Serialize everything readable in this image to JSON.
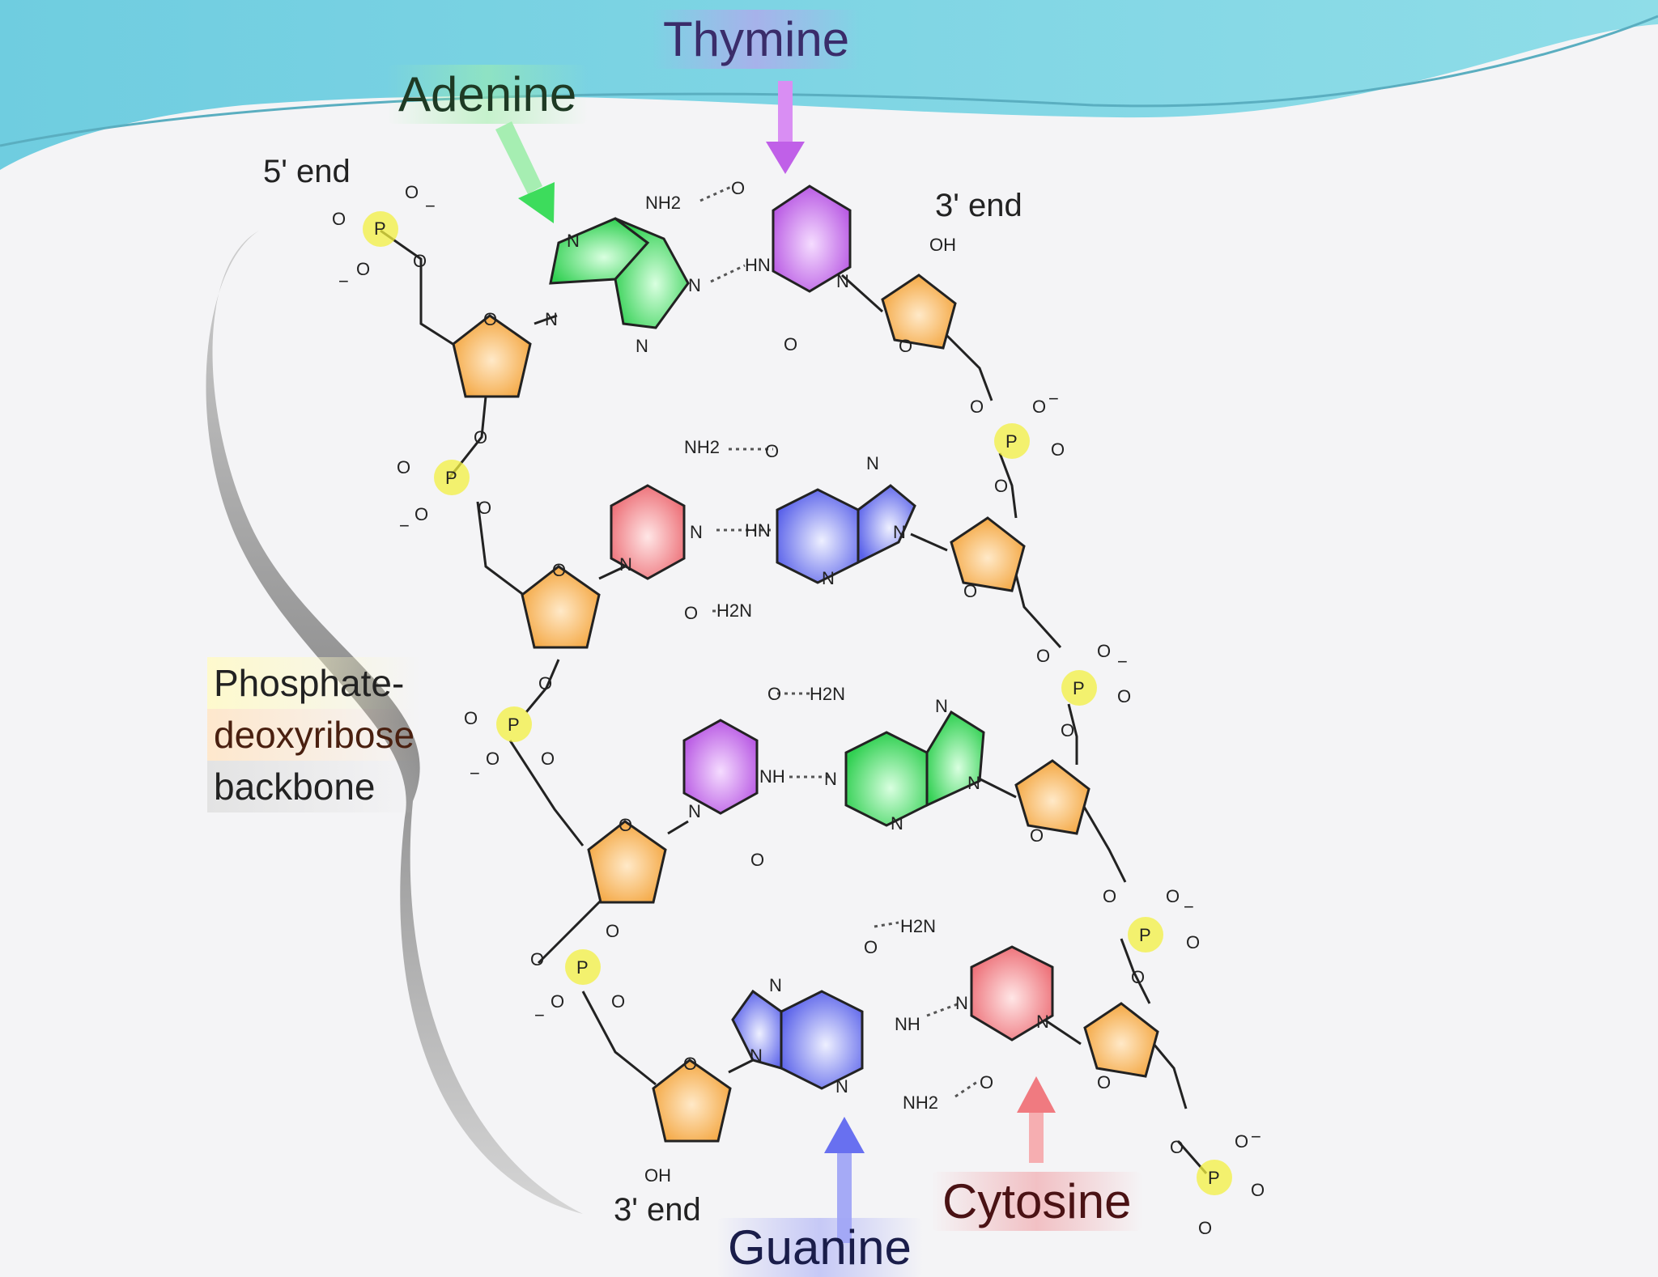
{
  "labels": {
    "thymine": "Thymine",
    "adenine": "Adenine",
    "cytosine": "Cytosine",
    "guanine": "Guanine",
    "end_5_top": "5' end",
    "end_3_top": "3' end",
    "end_3_bottom": "3' end",
    "backbone_line1": "Phosphate-",
    "backbone_line2": "deoxyribose",
    "backbone_line3": "backbone"
  },
  "atoms": {
    "phosphorus": "P",
    "oxygen": "O",
    "nitrogen": "N",
    "hydroxyl": "OH",
    "amine_nh2": "NH2",
    "amine_h2n": "H2N",
    "imine_nh": "NH",
    "imine_hn": "HN",
    "minus": "−"
  },
  "colors": {
    "adenine": "#3ddc5c",
    "thymine": "#c060e8",
    "guanine": "#6870f0",
    "cytosine": "#f07a80",
    "deoxyribose": "#f5a840",
    "phosphate": "#f3f040",
    "header_wave": "#7fd2e2"
  }
}
